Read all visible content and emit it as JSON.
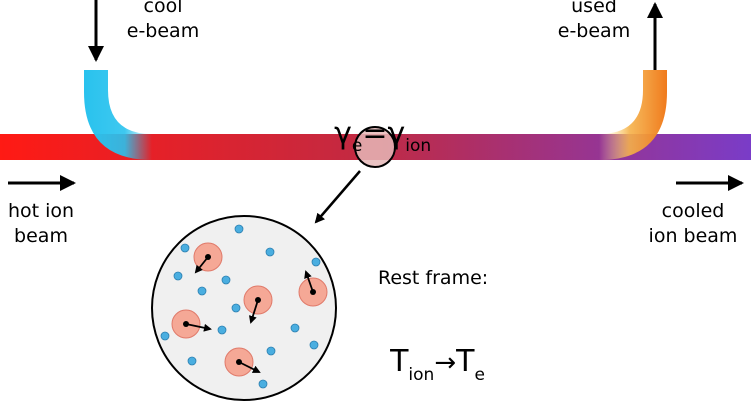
{
  "labels": {
    "cool_ebeam": "cool\ne-beam",
    "used_ebeam": "used\ne-beam",
    "hot_ion_beam": "hot ion\nbeam",
    "cooled_ion_beam": "cooled\nion beam",
    "gamma_eq": {
      "g1": "γ",
      "s1": "e",
      "eq": "=",
      "g2": "γ",
      "s2": "ion"
    },
    "rest_frame": "Rest frame:",
    "temp": {
      "t1": "T",
      "s1": "ion",
      "arrow": "→",
      "t2": "T",
      "s2": "e"
    }
  },
  "colors": {
    "ion_beam_start": "#ff1a14",
    "ion_beam_mid": "#c8283a",
    "ion_beam_end": "#7a3cc8",
    "cool_ebeam": "#29c2ee",
    "used_ebeam": "#f07a1c",
    "ion_particle": "#f5a896",
    "electron_particle": "#4aaee0",
    "magnifier": "#f0f0f0"
  }
}
